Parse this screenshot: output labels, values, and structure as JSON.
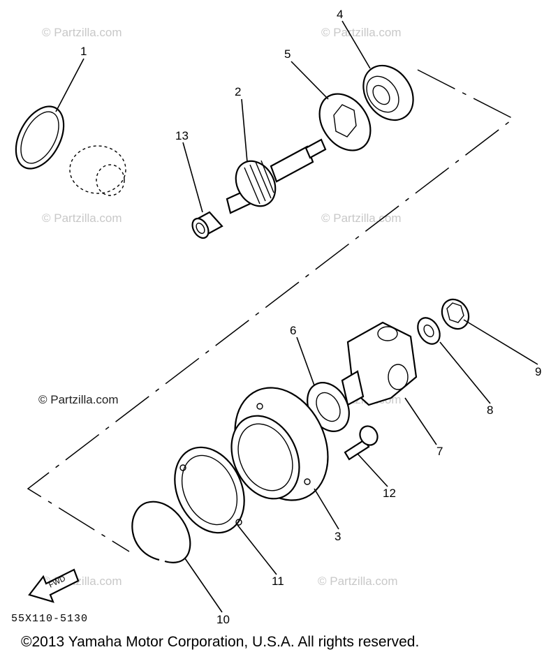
{
  "watermark": "© Partzilla.com",
  "callouts": {
    "p1": "1",
    "p2": "2",
    "p3": "3",
    "p4": "4",
    "p5": "5",
    "p6": "6",
    "p7": "7",
    "p8": "8",
    "p9": "9",
    "p10": "10",
    "p11": "11",
    "p12": "12",
    "p13": "13"
  },
  "fwd_label": "FWD",
  "diagram_code": "55X110-5130",
  "copyright": "©2013 Yamaha Motor Corporation, U.S.A. All rights reserved."
}
